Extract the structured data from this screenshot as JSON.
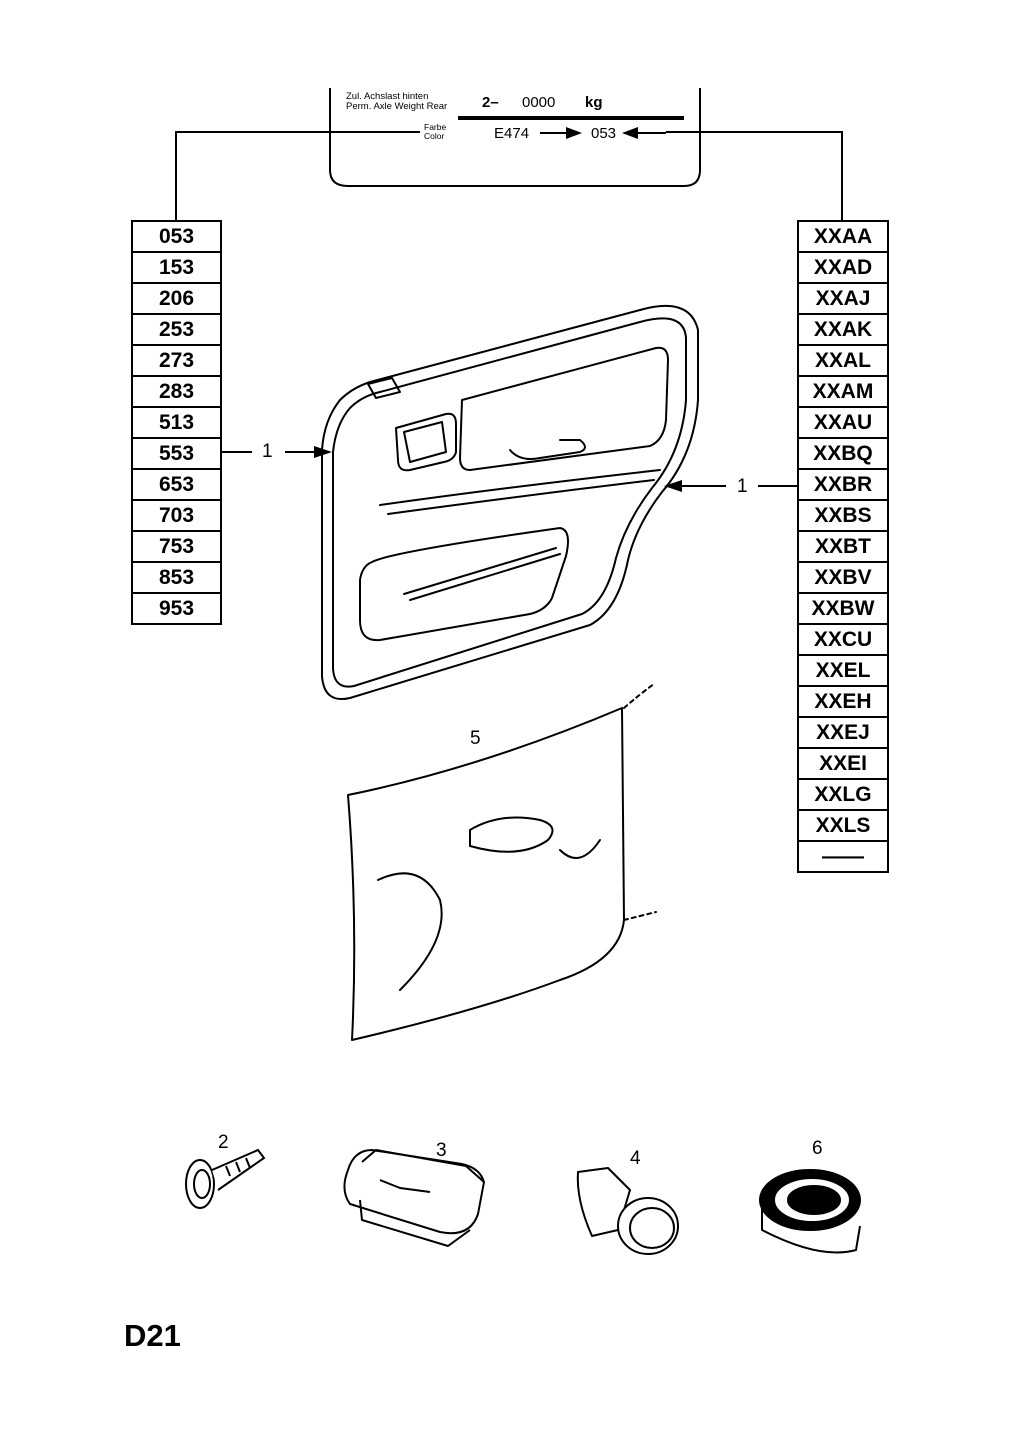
{
  "label_plate": {
    "axle_de": "Zul. Achslast hinten",
    "axle_en": "Perm. Axle Weight Rear",
    "axle_prefix": "2–",
    "axle_value": "0000",
    "axle_unit": "kg",
    "color_de": "Farbe",
    "color_en": "Color",
    "color_code_left": "E474",
    "color_code_right": "053"
  },
  "left_codes": [
    "053",
    "153",
    "206",
    "253",
    "273",
    "283",
    "513",
    "553",
    "653",
    "703",
    "753",
    "853",
    "953"
  ],
  "right_codes": [
    "XXAA",
    "XXAD",
    "XXAJ",
    "XXAK",
    "XXAL",
    "XXAM",
    "XXAU",
    "XXBQ",
    "XXBR",
    "XXBS",
    "XXBT",
    "XXBV",
    "XXBW",
    "XXCU",
    "XXEL",
    "XXEH",
    "XXEJ",
    "XXEI",
    "XXLG",
    "XXLS",
    "——"
  ],
  "callouts": {
    "panel_left": "1",
    "panel_right": "1",
    "screw": "2",
    "clip": "3",
    "push_pin": "4",
    "sheet": "5",
    "tape": "6"
  },
  "page_code": "D21"
}
